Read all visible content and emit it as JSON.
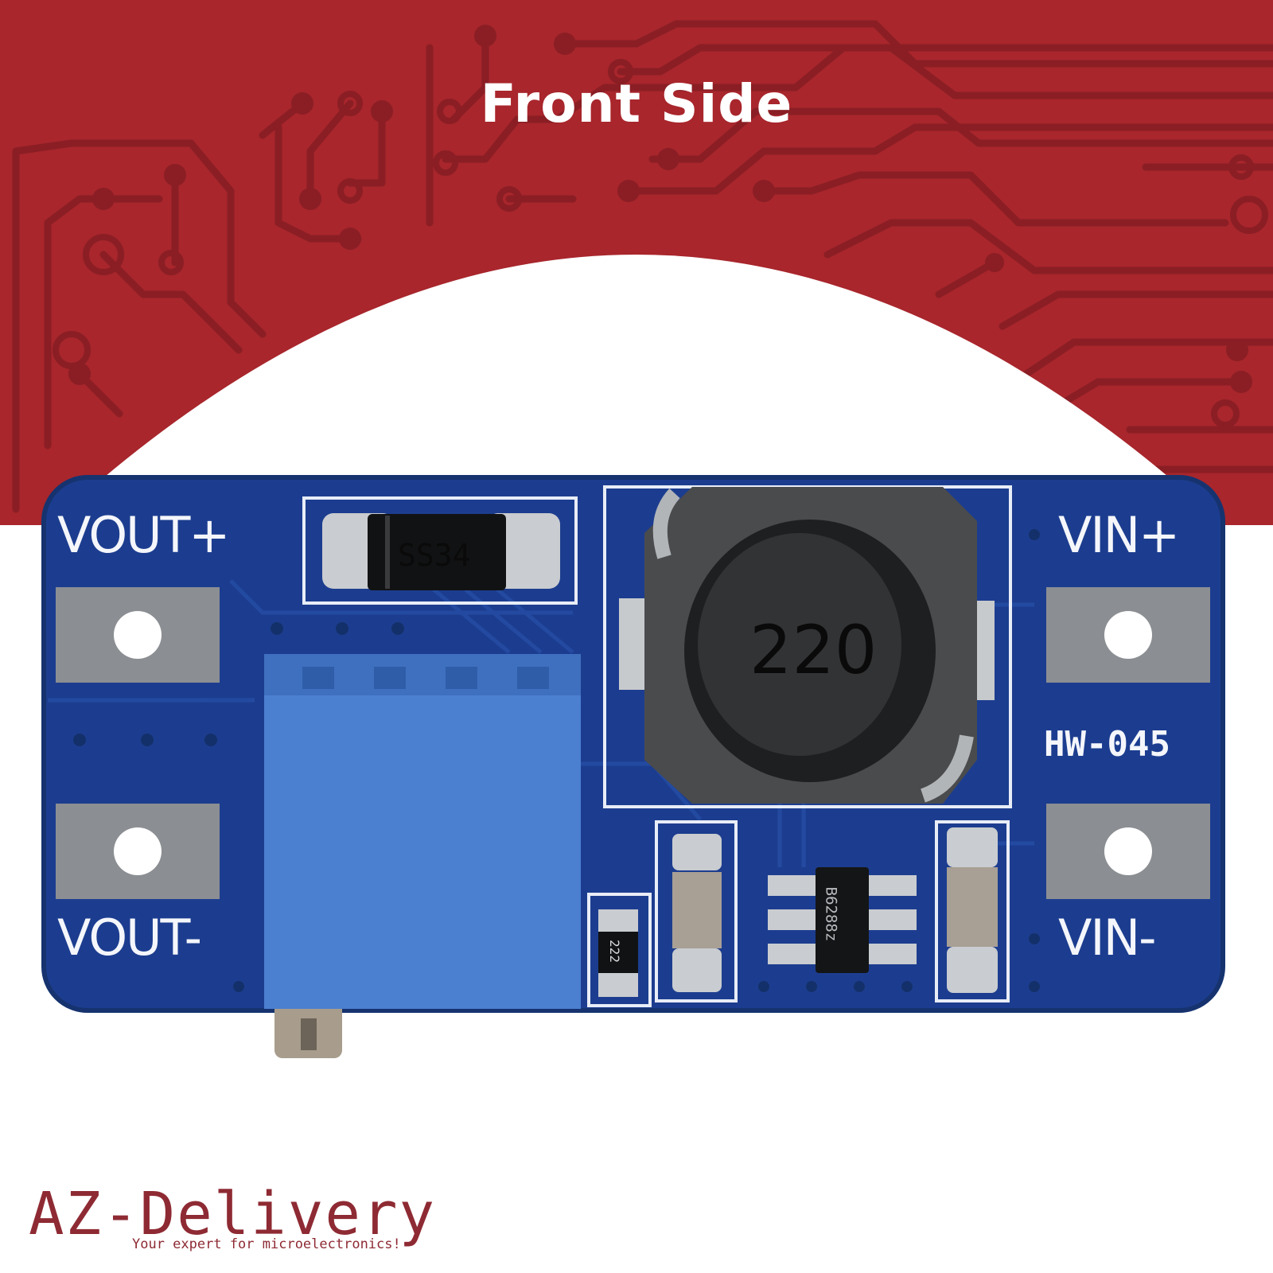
{
  "heading": "Front Side",
  "board": {
    "labels": {
      "vout_plus": "VOUT+",
      "vout_minus": "VOUT-",
      "vin_plus": "VIN+",
      "vin_minus": "VIN-",
      "model": "HW-045"
    },
    "components": {
      "diode_marking": "SS34",
      "inductor_marking": "220",
      "ic_marking": "B6288z",
      "resistor_marking": "222"
    }
  },
  "brand": {
    "name": "AZ-Delivery",
    "tagline": "Your expert for microelectronics!"
  },
  "colors": {
    "banner_red": "#a8262c",
    "trace_red": "#8a1e24",
    "pcb_blue": "#1c3d8f",
    "pot_blue": "#4b7fd0",
    "brand": "#8e2a33"
  }
}
